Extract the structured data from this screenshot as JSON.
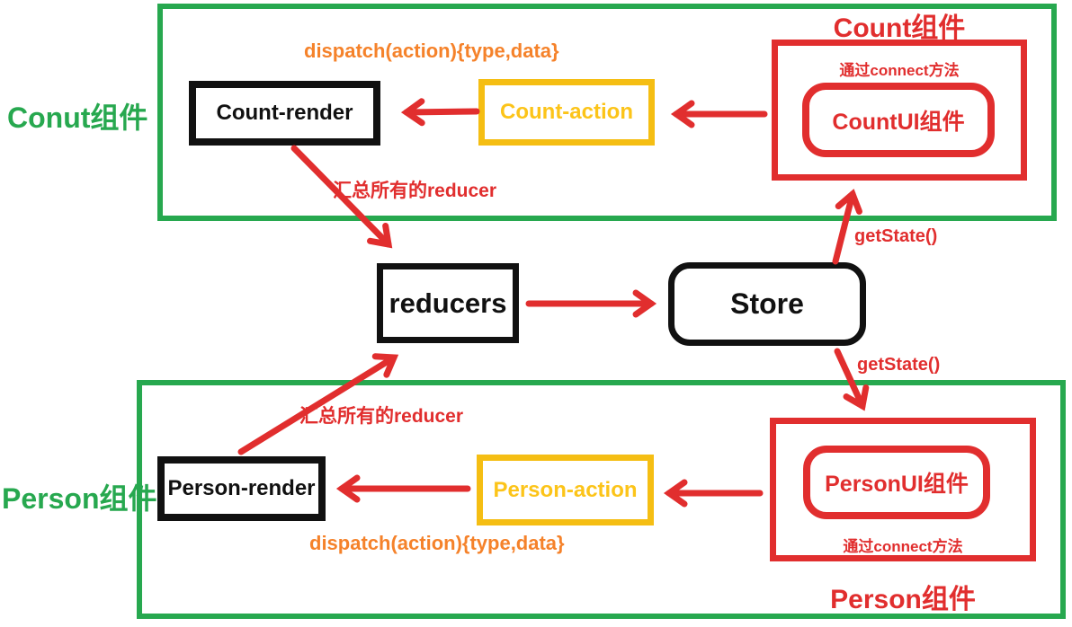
{
  "colors": {
    "green": "#27A84F",
    "red": "#E12E2E",
    "gold": "#F5BE13",
    "orange": "#F5822A",
    "black": "#111111"
  },
  "left_labels": {
    "count_group": "Conut组件",
    "person_group": "Person组件"
  },
  "count_section": {
    "dispatch_label": "dispatch(action){type,data}",
    "render_box": "Count-render",
    "action_box": "Count-action",
    "component_title": "Count组件",
    "connect_note": "通过connect方法",
    "ui_box": "CountUI组件",
    "reducer_note": "汇总所有的reducer"
  },
  "middle": {
    "reducers_box": "reducers",
    "store_box": "Store",
    "get_state_top": "getState()",
    "get_state_bottom": "getState()"
  },
  "person_section": {
    "reducer_note": "汇总所有的reducer",
    "render_box": "Person-render",
    "action_box": "Person-action",
    "dispatch_label": "dispatch(action){type,data}",
    "ui_box": "PersonUI组件",
    "connect_note": "通过connect方法",
    "component_title": "Person组件"
  }
}
